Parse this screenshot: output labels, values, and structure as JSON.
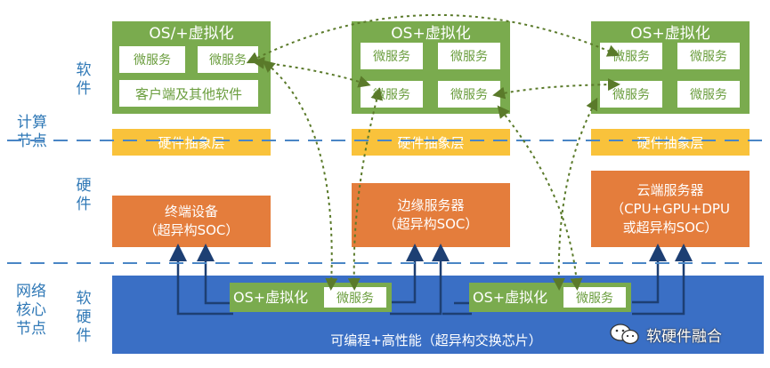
{
  "labels": {
    "software": [
      "软",
      "件"
    ],
    "compute_node": [
      "计算",
      "节点"
    ],
    "hardware": [
      "硬",
      "件"
    ],
    "network_node": [
      "网络",
      "核心",
      "节点"
    ],
    "soft_hardware": [
      "软",
      "硬",
      "件"
    ]
  },
  "columns": [
    {
      "os_title": "OS/+虚拟化",
      "services": [
        "微服务",
        "微服务"
      ],
      "client_software": "客户端及其他软件",
      "hal": "硬件抽象层",
      "hardware": [
        "终端设备",
        "（超异构SOC）"
      ]
    },
    {
      "os_title": "OS+虚拟化",
      "services": [
        "微服务",
        "微服务",
        "微服务",
        "微服务"
      ],
      "hal": "硬件抽象层",
      "hardware": [
        "边缘服务器",
        "（超异构SOC）"
      ]
    },
    {
      "os_title": "OS+虚拟化",
      "services": [
        "微服务",
        "微服务",
        "微服务",
        "微服务"
      ],
      "hal": "硬件抽象层",
      "hardware": [
        "云端服务器",
        "（CPU+GPU+DPU",
        "或超异构SOC）"
      ]
    }
  ],
  "network": {
    "label": "可编程+高性能（超异构交换芯片）",
    "nodes": [
      {
        "os_title": "OS+虚拟化",
        "service": "微服务"
      },
      {
        "os_title": "OS+虚拟化",
        "service": "微服务"
      }
    ]
  },
  "watermark": "软硬件融合",
  "colors": {
    "blue_label": "#2f78b6",
    "green": "#7aab4e",
    "yellow": "#f9c23b",
    "orange": "#e47d3c",
    "network_blue": "#3a6fc5",
    "arrow_dark": "#1d3f73",
    "dotted": "#5a7a2a"
  }
}
